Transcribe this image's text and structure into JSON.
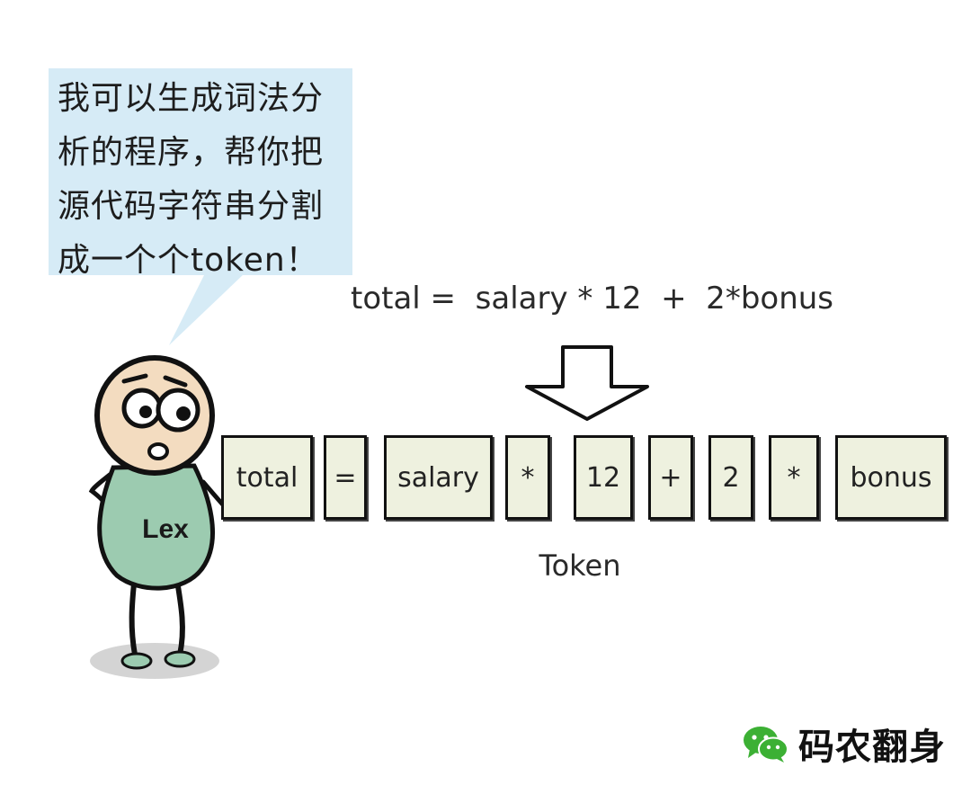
{
  "speech": {
    "lines": [
      "我可以生成词法分",
      "析的程序，帮你把",
      "源代码字符串分割",
      "成一个个token！"
    ]
  },
  "expression": "total =  salary * 12  +  2*bonus",
  "tokens": [
    "total",
    "=",
    "salary",
    "*",
    "12",
    "+",
    "2",
    "*",
    "bonus"
  ],
  "token_label": "Token",
  "character": {
    "name": "Lex"
  },
  "brand": {
    "name": "码农翻身",
    "icon": "wechat-icon"
  },
  "colors": {
    "bubble": "#d6ebf6",
    "token_fill": "#eef1df",
    "body_green": "#9ccbb0",
    "skin": "#f3dcc0",
    "brand_green": "#3cb034"
  }
}
